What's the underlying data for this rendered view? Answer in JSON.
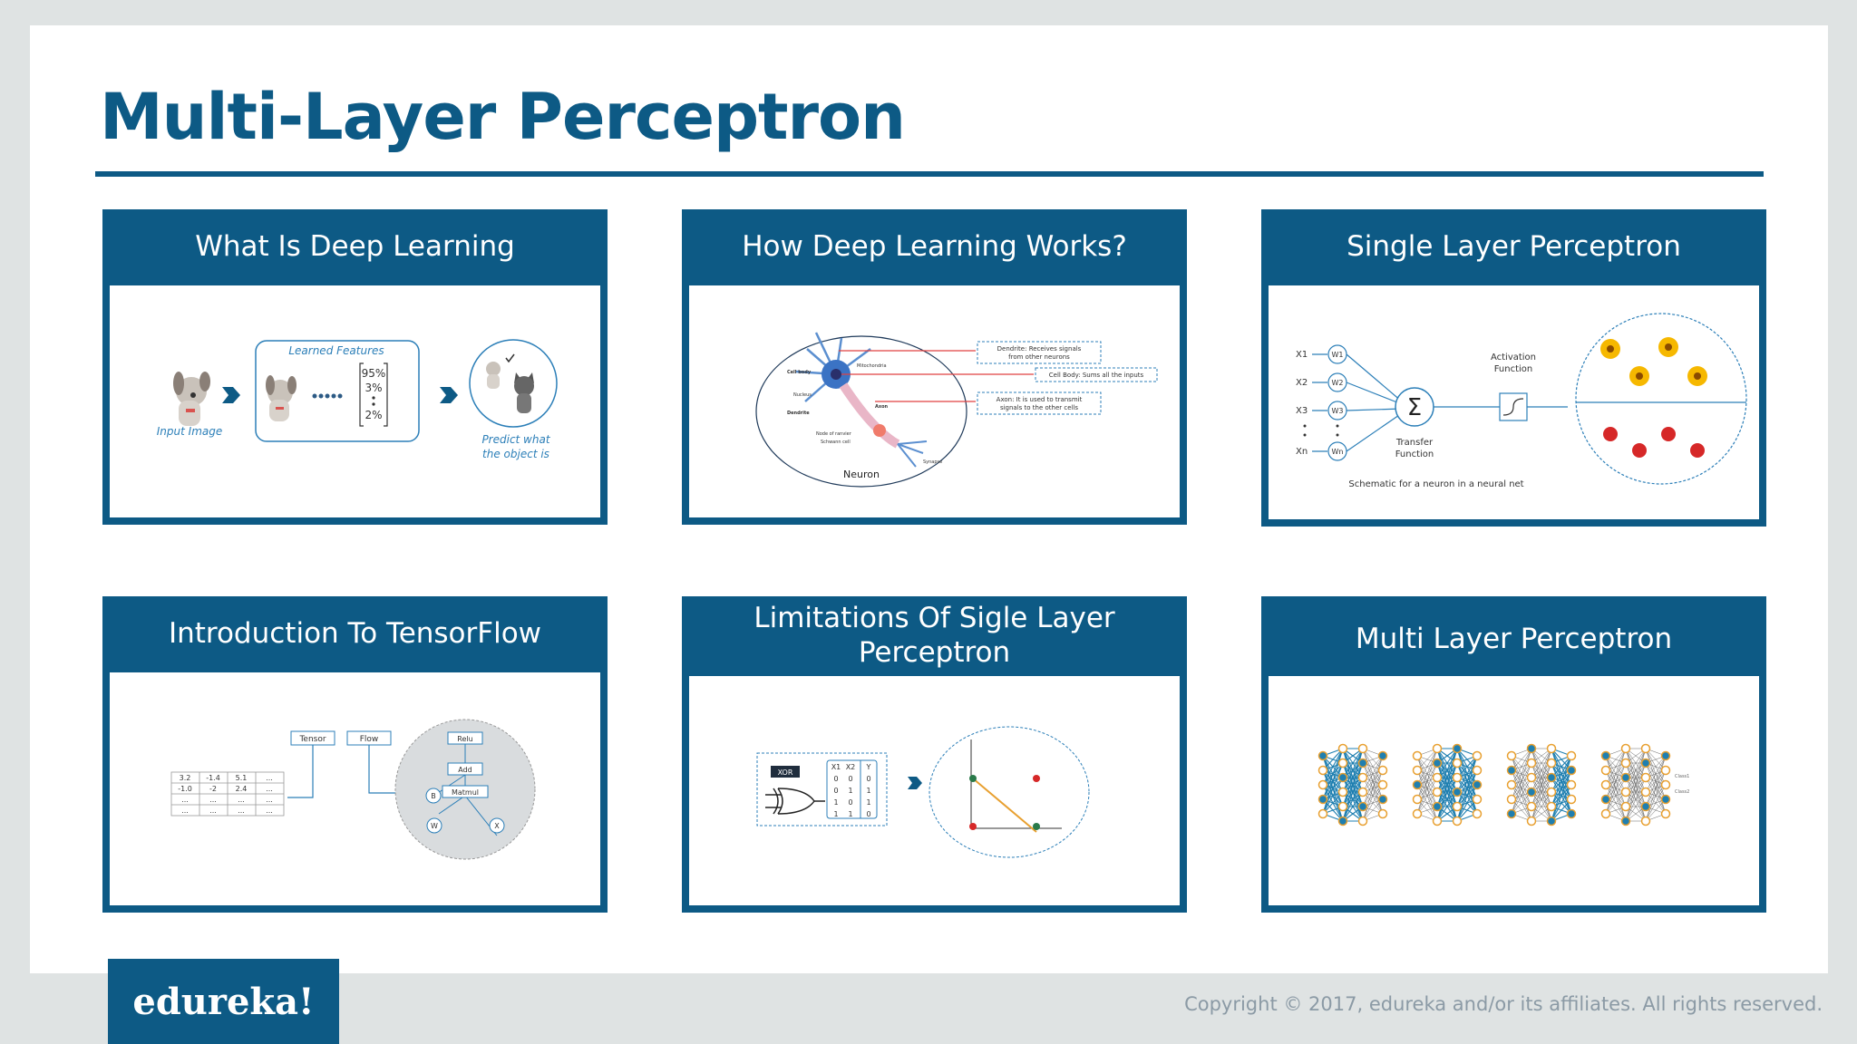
{
  "slide": {
    "title": "Multi-Layer Perceptron",
    "logo": "edureka!",
    "copyright": "Copyright © 2017, edureka and/or its affiliates. All rights reserved."
  },
  "cards": [
    {
      "title": "What Is Deep Learning",
      "diagram": {
        "input_label": "Input Image",
        "features_label": "Learned Features",
        "probabilities": [
          "95%",
          "3%",
          "2%"
        ],
        "predict_line1": "Predict what",
        "predict_line2": "the object is"
      }
    },
    {
      "title": "How Deep Learning Works?",
      "diagram": {
        "neuron_label": "Neuron",
        "dendrite_note_1": "Dendrite: Receives signals",
        "dendrite_note_2": "from other neurons",
        "cellbody_note": "Cell Body: Sums all the inputs",
        "axon_note_1": "Axon: It is used to transmit",
        "axon_note_2": "signals to the other cells",
        "part_mitochondria": "Mitochondria",
        "part_cell_body": "Cell body",
        "part_nucleus": "Nucleus",
        "part_dendrite": "Dendrite",
        "part_axon": "Axon",
        "part_node": "Node of ranvier",
        "part_schwann": "Schwann cell",
        "part_synapse": "Synapse"
      }
    },
    {
      "title": "Single Layer Perceptron",
      "diagram": {
        "inputs": [
          "X1",
          "X2",
          "X3",
          "Xn"
        ],
        "weights": [
          "W1",
          "W2",
          "W3",
          "Wn"
        ],
        "sum_symbol": "Σ",
        "activation_line1": "Activation",
        "activation_line2": "Function",
        "transfer_line1": "Transfer",
        "transfer_line2": "Function",
        "caption": "Schematic for a neuron in a neural net"
      }
    },
    {
      "title": "Introduction To TensorFlow",
      "diagram": {
        "tensor_label": "Tensor",
        "flow_label": "Flow",
        "table_rows": [
          [
            "3.2",
            "-1.4",
            "5.1",
            "..."
          ],
          [
            "-1.0",
            "-2",
            "2.4",
            "..."
          ],
          [
            "...",
            "...",
            "...",
            "..."
          ],
          [
            "...",
            "...",
            "...",
            "..."
          ]
        ],
        "graph_nodes": [
          "Relu",
          "Add",
          "Matmul",
          "B",
          "W",
          "X"
        ]
      }
    },
    {
      "title": "Limitations Of Sigle Layer Perceptron",
      "diagram": {
        "xor_label": "XOR",
        "truth_table": {
          "headers": [
            "X1",
            "X2",
            "Y"
          ],
          "rows": [
            [
              "0",
              "0",
              "0"
            ],
            [
              "0",
              "1",
              "1"
            ],
            [
              "1",
              "0",
              "1"
            ],
            [
              "1",
              "1",
              "0"
            ]
          ]
        }
      }
    },
    {
      "title": "Multi Layer Perceptron",
      "diagram": {
        "class_labels": [
          "Class1",
          "Class2"
        ]
      }
    }
  ]
}
